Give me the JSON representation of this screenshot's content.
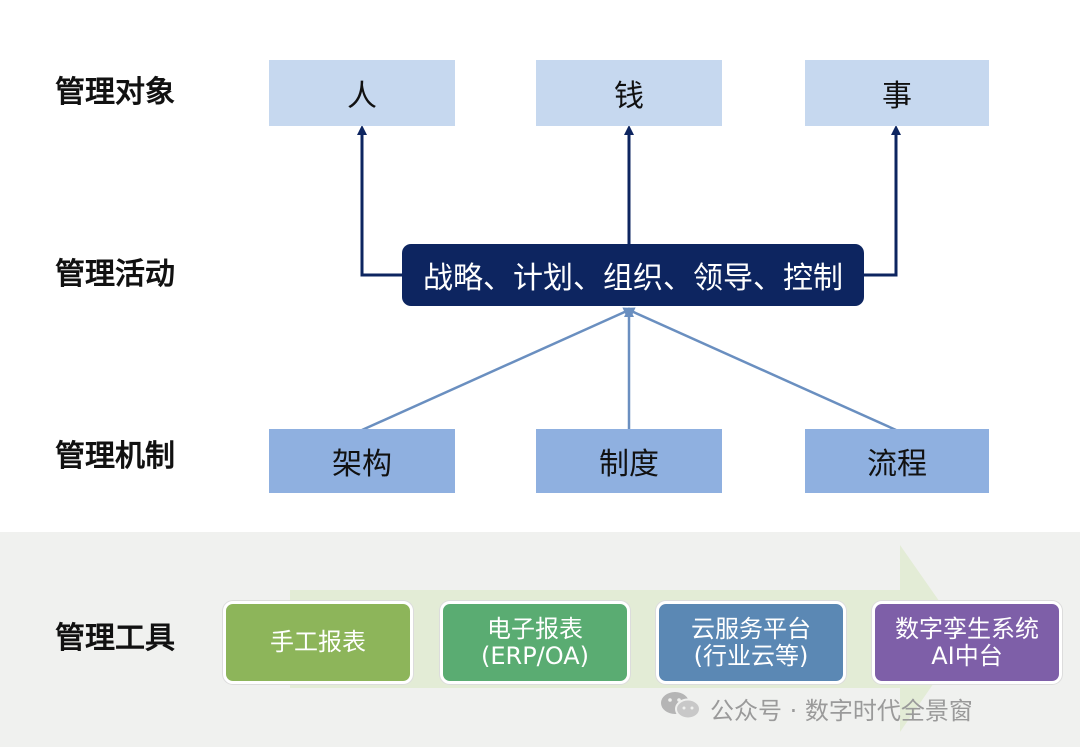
{
  "rows": {
    "objects_label": "管理对象",
    "activities_label": "管理活动",
    "mechanisms_label": "管理机制",
    "tools_label": "管理工具"
  },
  "objects": [
    "人",
    "钱",
    "事"
  ],
  "activity": "战略、计划、组织、领导、控制",
  "mechanisms": [
    "架构",
    "制度",
    "流程"
  ],
  "tools": [
    {
      "line1": "手工报表",
      "line2": "",
      "color": "#8db55a"
    },
    {
      "line1": "电子报表",
      "line2": "(ERP/OA)",
      "color": "#5aac72"
    },
    {
      "line1": "云服务平台",
      "line2": "(行业云等)",
      "color": "#5b88b4"
    },
    {
      "line1": "数字孪生系统",
      "line2": "AI中台",
      "color": "#7e5fa8"
    }
  ],
  "watermark": "公众号 · 数字时代全景窗",
  "colors": {
    "object_box": "#c6d8ef",
    "mechanism_box": "#8fb0e0",
    "activity_box": "#0d2560",
    "arrow_dark": "#0d2560",
    "arrow_light": "#6a8fc0"
  }
}
